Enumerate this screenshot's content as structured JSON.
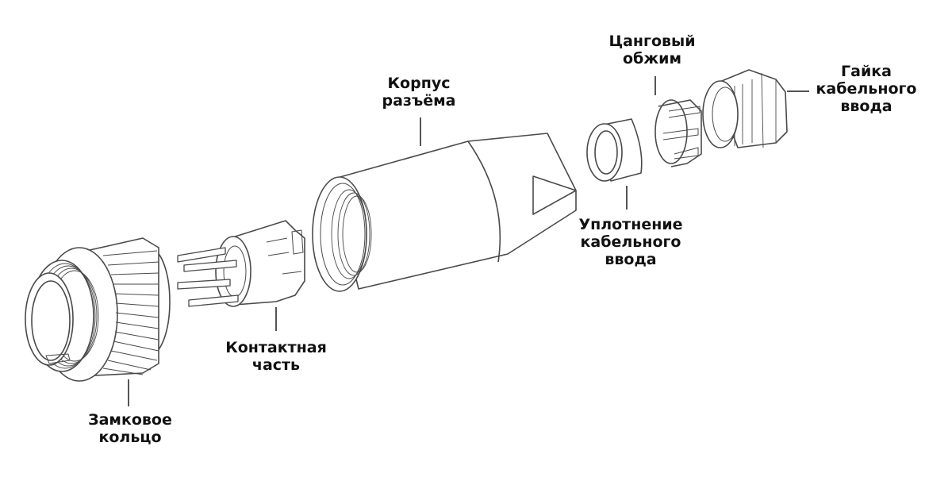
{
  "diagram": {
    "type": "exploded-view",
    "subject": "circular cable connector",
    "colors": {
      "line": "#4a4a4a",
      "fill": "#ffffff",
      "text": "#111111",
      "leader": "#555555"
    },
    "parts": [
      {
        "id": "locking-ring",
        "line1": "Замковое",
        "line2": "кольцо"
      },
      {
        "id": "contact-insert",
        "line1": "Контактная",
        "line2": "часть"
      },
      {
        "id": "connector-housing",
        "line1": "Корпус",
        "line2": "разъёма"
      },
      {
        "id": "cable-seal",
        "line1": "Уплотнение",
        "line2": "кабельного",
        "line3": "ввода"
      },
      {
        "id": "collet-clamp",
        "line1": "Цанговый",
        "line2": "обжим"
      },
      {
        "id": "gland-nut",
        "line1": "Гайка",
        "line2": "кабельного",
        "line3": "ввода"
      }
    ]
  }
}
